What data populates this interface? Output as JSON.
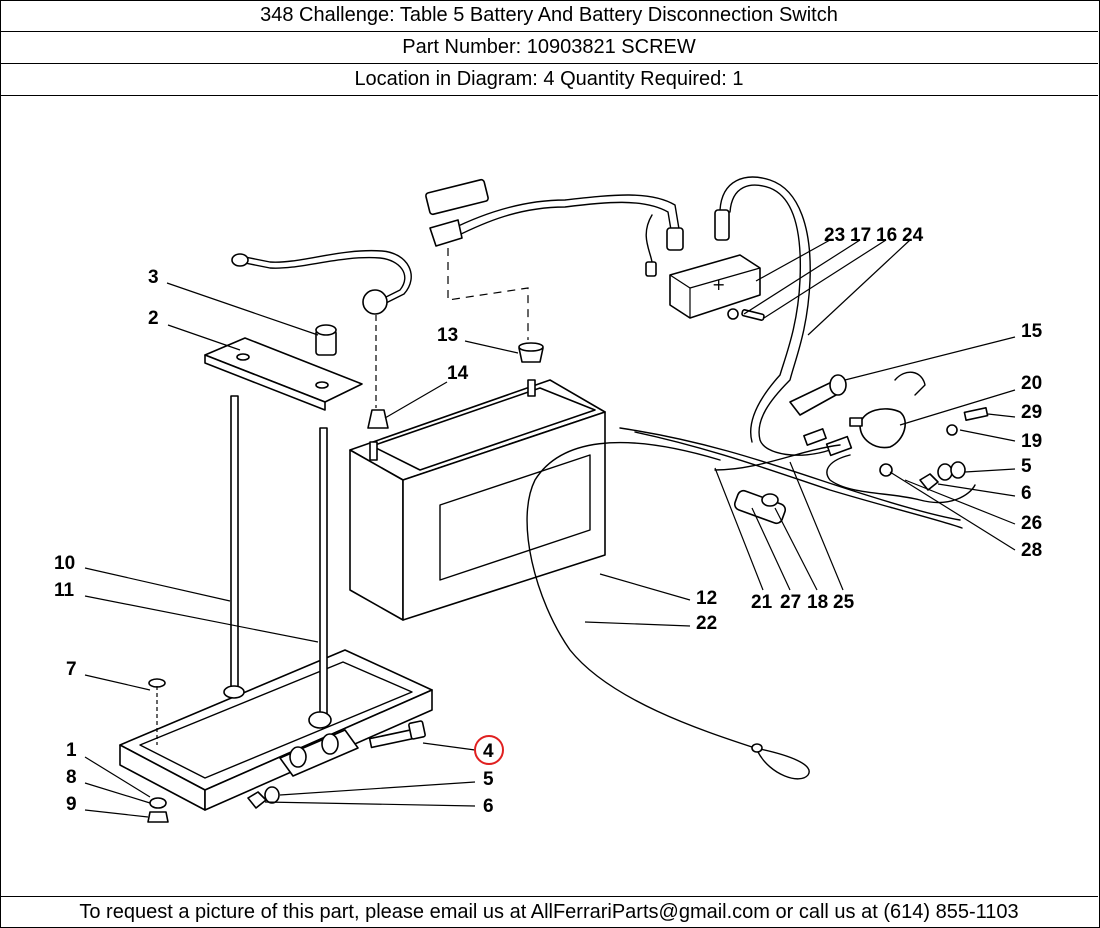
{
  "header": {
    "title": "348 Challenge:   Table 5 Battery And Battery Disconnection Switch",
    "part_number": "Part Number: 10903821   SCREW",
    "location": "Location in Diagram: 4   Quantity Required: 1"
  },
  "footer": {
    "text": "To request a picture of this part, please email us at AllFerrariParts@gmail.com or call us at (614) 855-1103"
  },
  "diagram": {
    "highlight_color": "#e02020",
    "callouts": [
      "3",
      "2",
      "13",
      "14",
      "10",
      "11",
      "7",
      "1",
      "8",
      "9",
      "4",
      "5",
      "6",
      "12",
      "22",
      "23",
      "17",
      "16",
      "24",
      "15",
      "20",
      "29",
      "19",
      "5",
      "6",
      "26",
      "28",
      "21",
      "27",
      "18",
      "25"
    ]
  }
}
